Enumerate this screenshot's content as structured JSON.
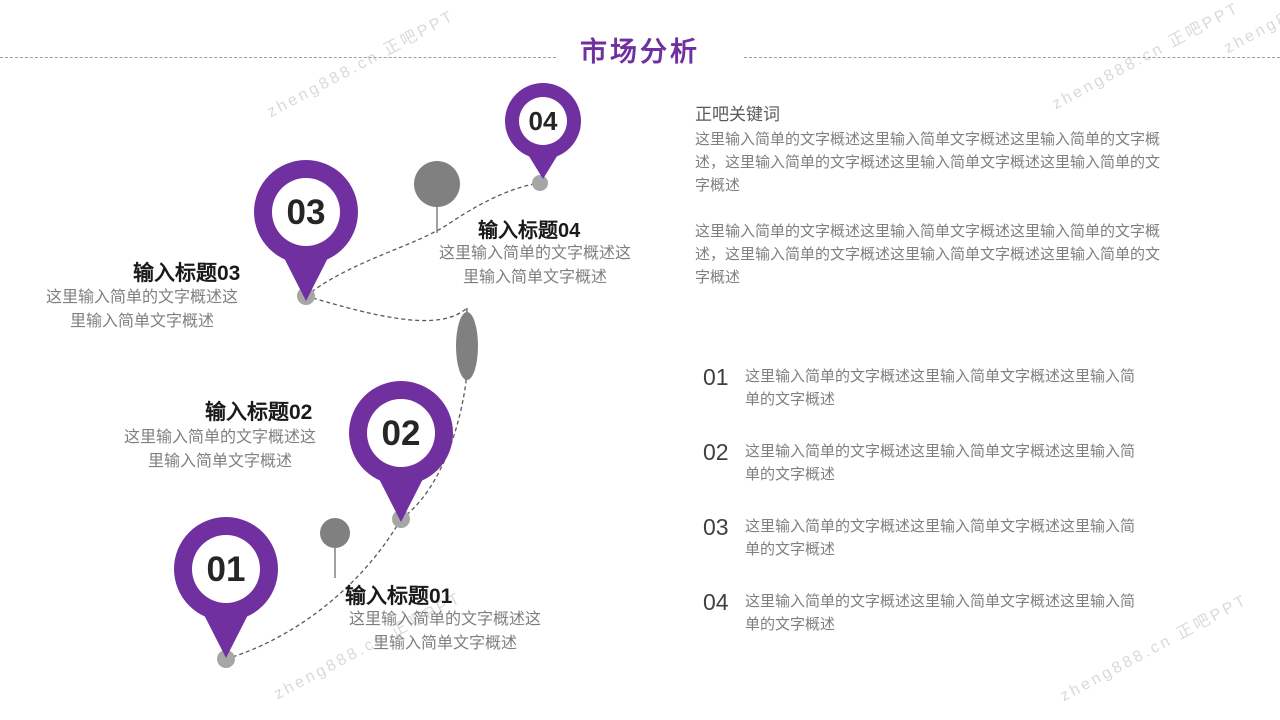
{
  "slide": {
    "title": "市场分析",
    "watermark": "zheng888.cn 正吧PPT"
  },
  "colors": {
    "accent_purple": "#7030A0",
    "marker_gray": "#808080",
    "dot_gray": "#a6a6a6",
    "text_gray": "#7f7f7f",
    "heading_dark": "#1a1a1a"
  },
  "timeline": {
    "pins": [
      {
        "number": "01"
      },
      {
        "number": "02"
      },
      {
        "number": "03"
      },
      {
        "number": "04"
      }
    ],
    "items": [
      {
        "title": "输入标题01",
        "desc": "这里输入简单的文字概述这里输入简单文字概述"
      },
      {
        "title": "输入标题02",
        "desc": "这里输入简单的文字概述这里输入简单文字概述"
      },
      {
        "title": "输入标题03",
        "desc": "这里输入简单的文字概述这里输入简单文字概述"
      },
      {
        "title": "输入标题04",
        "desc": "这里输入简单的文字概述这里输入简单文字概述"
      }
    ]
  },
  "panel": {
    "heading": "正吧关键词",
    "paragraphs": [
      "这里输入简单的文字概述这里输入简单文字概述这里输入简单的文字概述，这里输入简单的文字概述这里输入简单文字概述这里输入简单的文字概述",
      "这里输入简单的文字概述这里输入简单文字概述这里输入简单的文字概述，这里输入简单的文字概述这里输入简单文字概述这里输入简单的文字概述"
    ],
    "list": [
      {
        "num": "01",
        "text": "这里输入简单的文字概述这里输入简单文字概述这里输入简单的文字概述"
      },
      {
        "num": "02",
        "text": "这里输入简单的文字概述这里输入简单文字概述这里输入简单的文字概述"
      },
      {
        "num": "03",
        "text": "这里输入简单的文字概述这里输入简单文字概述这里输入简单的文字概述"
      },
      {
        "num": "04",
        "text": "这里输入简单的文字概述这里输入简单文字概述这里输入简单的文字概述"
      }
    ]
  }
}
